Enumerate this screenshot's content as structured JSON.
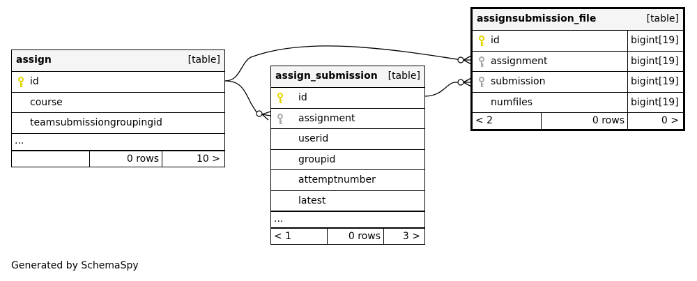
{
  "tables": {
    "assign": {
      "name": "assign",
      "kind": "[table]",
      "columns": [
        {
          "name": "id",
          "key": "primary"
        },
        {
          "name": "course"
        },
        {
          "name": "teamsubmissiongroupingid"
        }
      ],
      "ellipsis": "...",
      "footer": {
        "left": "",
        "rows": "0 rows",
        "right": "10 >"
      }
    },
    "assign_submission": {
      "name": "assign_submission",
      "kind": "[table]",
      "columns": [
        {
          "name": "id",
          "key": "primary"
        },
        {
          "name": "assignment",
          "key": "foreign"
        },
        {
          "name": "userid"
        },
        {
          "name": "groupid"
        },
        {
          "name": "attemptnumber"
        },
        {
          "name": "latest"
        }
      ],
      "ellipsis": "...",
      "footer": {
        "left": "< 1",
        "rows": "0 rows",
        "right": "3 >"
      }
    },
    "assignsubmission_file": {
      "name": "assignsubmission_file",
      "kind": "[table]",
      "columns": [
        {
          "name": "id",
          "type": "bigint[19]",
          "key": "primary"
        },
        {
          "name": "assignment",
          "type": "bigint[19]",
          "key": "foreign"
        },
        {
          "name": "submission",
          "type": "bigint[19]",
          "key": "foreign"
        },
        {
          "name": "numfiles",
          "type": "bigint[19]"
        }
      ],
      "footer": {
        "left": "< 2",
        "rows": "0 rows",
        "right": "0 >"
      }
    }
  },
  "relationships": [
    {
      "from": "assign.id",
      "to": "assign_submission.assignment"
    },
    {
      "from": "assign.id",
      "to": "assignsubmission_file.assignment"
    },
    {
      "from": "assign_submission.id",
      "to": "assignsubmission_file.submission"
    }
  ],
  "colors": {
    "primary_key": "#e5d400",
    "foreign_key": "#a8a8a8",
    "header_bg": "#f5f5f5"
  },
  "generated_by": "Generated by SchemaSpy"
}
